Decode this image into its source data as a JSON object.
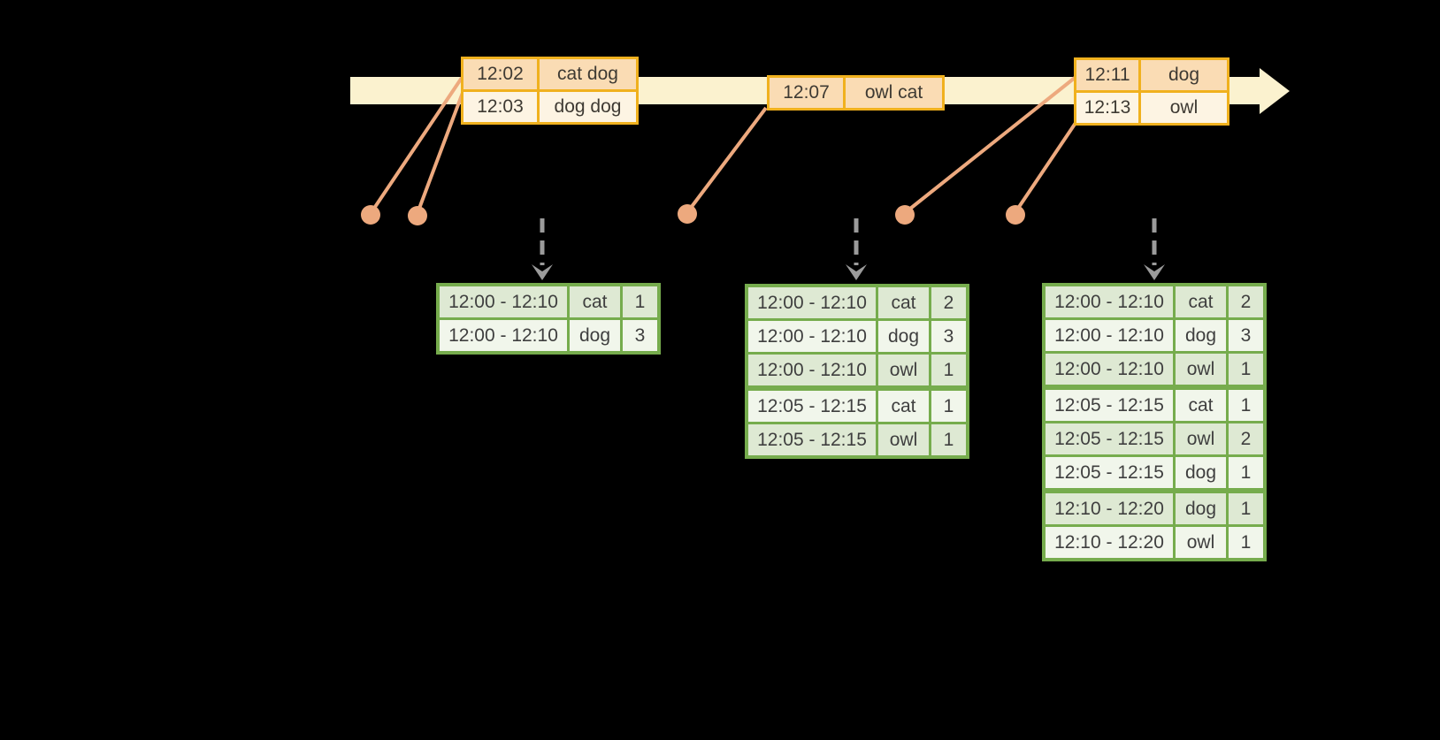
{
  "diagram": {
    "kind": "streaming-windowed-word-count-timeline",
    "colors": {
      "background": "#000000",
      "timeline_band": "#FBF2CF",
      "event_box_border": "#F0B11E",
      "event_cell_peach": "#FADCB4",
      "event_cell_cream": "#FDF4E3",
      "connector_salmon": "#EDA97E",
      "trigger_arrow_gray": "#9B9B9B",
      "table_border_green": "#76AC4D",
      "table_row_dark": "#DEE9D3",
      "table_row_light": "#F1F6EB",
      "text": "#3F3F3F"
    },
    "timeline": {
      "event_boxes": [
        {
          "rows": [
            {
              "time": "12:02",
              "words": "cat dog"
            },
            {
              "time": "12:03",
              "words": "dog dog"
            }
          ]
        },
        {
          "rows": [
            {
              "time": "12:07",
              "words": "owl cat"
            }
          ]
        },
        {
          "rows": [
            {
              "time": "12:11",
              "words": "dog"
            },
            {
              "time": "12:13",
              "words": "owl"
            }
          ]
        }
      ],
      "event_dot_count": 5,
      "trigger_arrow_count": 3
    },
    "result_tables": [
      {
        "rows": [
          {
            "window": "12:00 - 12:10",
            "word": "cat",
            "count": "1"
          },
          {
            "window": "12:00 - 12:10",
            "word": "dog",
            "count": "3"
          }
        ]
      },
      {
        "rows": [
          {
            "window": "12:00 - 12:10",
            "word": "cat",
            "count": "2"
          },
          {
            "window": "12:00 - 12:10",
            "word": "dog",
            "count": "3"
          },
          {
            "window": "12:00 - 12:10",
            "word": "owl",
            "count": "1"
          },
          {
            "window": "12:05 - 12:15",
            "word": "cat",
            "count": "1"
          },
          {
            "window": "12:05 - 12:15",
            "word": "owl",
            "count": "1"
          }
        ]
      },
      {
        "rows": [
          {
            "window": "12:00 - 12:10",
            "word": "cat",
            "count": "2"
          },
          {
            "window": "12:00 - 12:10",
            "word": "dog",
            "count": "3"
          },
          {
            "window": "12:00 - 12:10",
            "word": "owl",
            "count": "1"
          },
          {
            "window": "12:05 - 12:15",
            "word": "cat",
            "count": "1"
          },
          {
            "window": "12:05 - 12:15",
            "word": "owl",
            "count": "2"
          },
          {
            "window": "12:05 - 12:15",
            "word": "dog",
            "count": "1"
          },
          {
            "window": "12:10 - 12:20",
            "word": "dog",
            "count": "1"
          },
          {
            "window": "12:10 - 12:20",
            "word": "owl",
            "count": "1"
          }
        ]
      }
    ]
  }
}
